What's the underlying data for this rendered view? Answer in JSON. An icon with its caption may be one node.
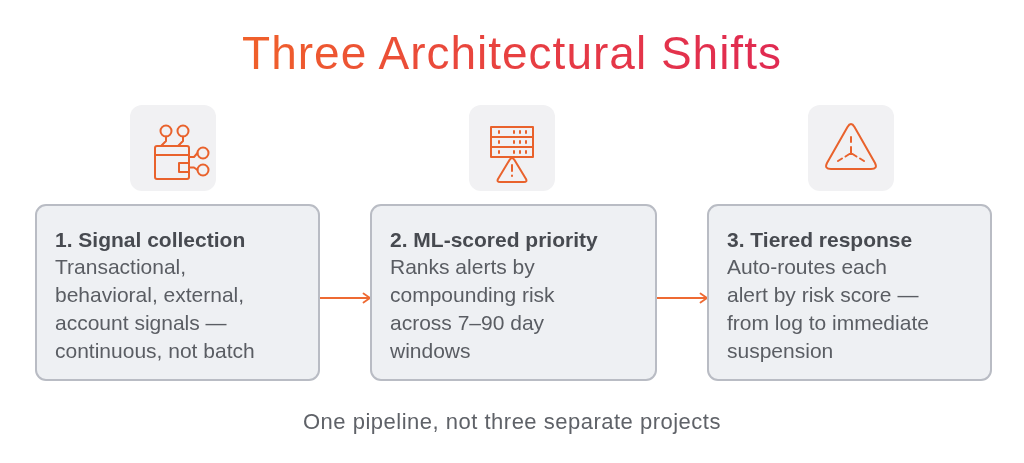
{
  "diagram": {
    "title": "Three Architectural Shifts",
    "nodes": [
      {
        "text": [
          "1. Signal collection",
          "Transactional, behavioral, external, account signals — continuous, not batch"
        ]
      },
      {
        "text": [
          "2. ML-scored priority",
          "Ranks alerts by compounding risk across 7–90 day windows"
        ]
      },
      {
        "text": [
          "3. Tiered response",
          "Auto-routes each alert by risk score — from log to immediate suspension"
        ]
      }
    ],
    "edges": [
      {
        "from": 0,
        "to": 1,
        "arrow": "to"
      },
      {
        "from": 1,
        "to": 2,
        "arrow": "to"
      }
    ],
    "caption": "One pipeline, not three separate projects"
  }
}
